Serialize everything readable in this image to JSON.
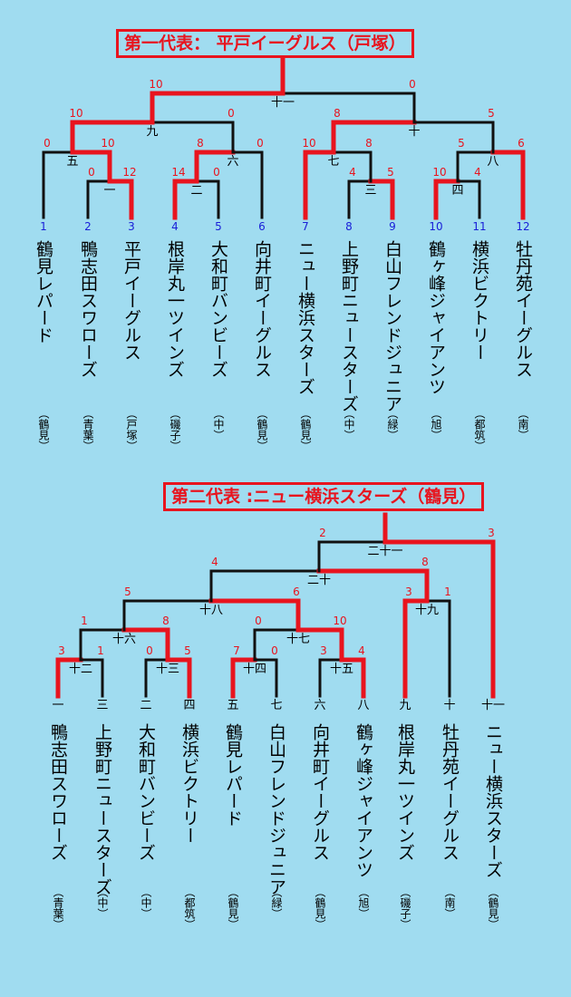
{
  "colors": {
    "background": "#a0dcf0",
    "win": "#e8141e",
    "base": "#111111",
    "score": "#e8141e",
    "seed": "#1a20d8"
  },
  "bracket1": {
    "title": "第一代表：  平戸イーグルス（戸塚）",
    "teams": [
      {
        "seed": "1",
        "name": "鶴見レパード",
        "area": "（鶴見）"
      },
      {
        "seed": "2",
        "name": "鴨志田スワローズ",
        "area": "（青葉）"
      },
      {
        "seed": "3",
        "name": "平戸イーグルス",
        "area": "（戸塚）"
      },
      {
        "seed": "4",
        "name": "根岸丸一ツインズ",
        "area": "（磯子）"
      },
      {
        "seed": "5",
        "name": "大和町バンビーズ",
        "area": "（中）"
      },
      {
        "seed": "6",
        "name": "向井町イーグルス",
        "area": "（鶴見）"
      },
      {
        "seed": "7",
        "name": "ニュー横浜スターズ",
        "area": "（鶴見）"
      },
      {
        "seed": "8",
        "name": "上野町ニュースターズ",
        "area": "（中）"
      },
      {
        "seed": "9",
        "name": "白山フレンドジュニア",
        "area": "（緑）"
      },
      {
        "seed": "10",
        "name": "鶴ヶ峰ジャイアンツ",
        "area": "（旭）"
      },
      {
        "seed": "11",
        "name": "横浜ビクトリー",
        "area": "（都筑）"
      },
      {
        "seed": "12",
        "name": "牡丹苑イーグルス",
        "area": "（南）"
      }
    ],
    "matches": [
      {
        "label": "一",
        "s1": "0",
        "s2": "12"
      },
      {
        "label": "二",
        "s1": "14",
        "s2": "0"
      },
      {
        "label": "三",
        "s1": "4",
        "s2": "5"
      },
      {
        "label": "四",
        "s1": "10",
        "s2": "4"
      },
      {
        "label": "五",
        "s1": "0",
        "s2": "10"
      },
      {
        "label": "六",
        "s1": "8",
        "s2": "0"
      },
      {
        "label": "七",
        "s1": "10",
        "s2": "8"
      },
      {
        "label": "八",
        "s1": "5",
        "s2": "6"
      },
      {
        "label": "九",
        "s1": "10",
        "s2": "0"
      },
      {
        "label": "十",
        "s1": "8",
        "s2": "5"
      },
      {
        "label": "十一",
        "s1": "10",
        "s2": "0"
      }
    ]
  },
  "bracket2": {
    "title": "第二代表 :ニュー横浜スターズ（鶴見）",
    "teams": [
      {
        "seed": "一",
        "name": "鴨志田スワローズ",
        "area": "（青葉）"
      },
      {
        "seed": "三",
        "name": "上野町ニュースターズ",
        "area": "（中）"
      },
      {
        "seed": "二",
        "name": "大和町バンビーズ",
        "area": "（中）"
      },
      {
        "seed": "四",
        "name": "横浜ビクトリー",
        "area": "（都筑）"
      },
      {
        "seed": "五",
        "name": "鶴見レパード",
        "area": "（鶴見）"
      },
      {
        "seed": "七",
        "name": "白山フレンドジュニア",
        "area": "（緑）"
      },
      {
        "seed": "六",
        "name": "向井町イーグルス",
        "area": "（鶴見）"
      },
      {
        "seed": "八",
        "name": "鶴ヶ峰ジャイアンツ",
        "area": "（旭）"
      },
      {
        "seed": "九",
        "name": "根岸丸一ツインズ",
        "area": "（磯子）"
      },
      {
        "seed": "十",
        "name": "牡丹苑イーグルス",
        "area": "（南）"
      },
      {
        "seed": "十一",
        "name": "ニュー横浜スターズ",
        "area": "（鶴見）"
      }
    ],
    "matches": [
      {
        "label": "十二",
        "s1": "3",
        "s2": "1"
      },
      {
        "label": "十三",
        "s1": "0",
        "s2": "5"
      },
      {
        "label": "十四",
        "s1": "7",
        "s2": "0"
      },
      {
        "label": "十五",
        "s1": "3",
        "s2": "4"
      },
      {
        "label": "十六",
        "s1": "1",
        "s2": "8"
      },
      {
        "label": "十七",
        "s1": "0",
        "s2": "10"
      },
      {
        "label": "十八",
        "s1": "5",
        "s2": "6"
      },
      {
        "label": "十九",
        "s1": "3",
        "s2": "1"
      },
      {
        "label": "二十",
        "s1": "4",
        "s2": "8"
      },
      {
        "label": "二十一",
        "s1": "2",
        "s2": "3"
      }
    ]
  }
}
